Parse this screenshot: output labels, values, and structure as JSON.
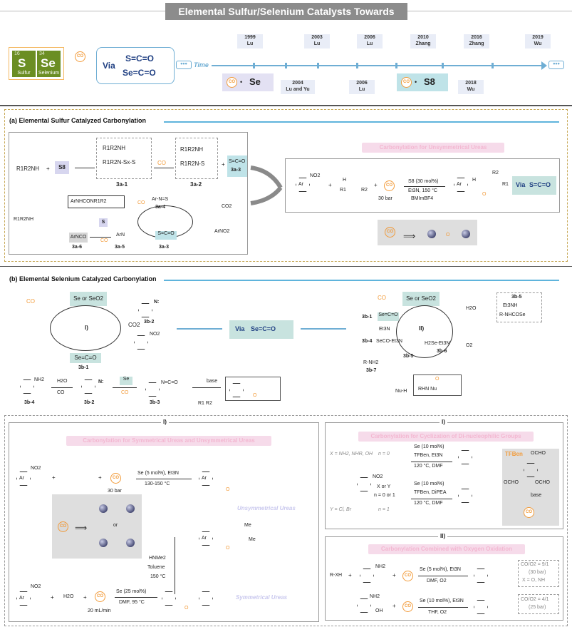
{
  "title": "Elemental Sulfur/Selenium Catalysts Towards Carbonylation",
  "timeline": {
    "elements": [
      {
        "symbol": "S",
        "name": "Sulfur",
        "number": "16"
      },
      {
        "symbol": "Se",
        "name": "Selenium",
        "number": "34"
      }
    ],
    "via": "Via",
    "species": [
      "S=C=O",
      "Se=C=O"
    ],
    "axis_label": "Time",
    "co": "CO",
    "se_label": "Se",
    "s8_label": "S8",
    "events_top": [
      {
        "year": "1999",
        "author": "Lu"
      },
      {
        "year": "2003",
        "author": "Lu"
      },
      {
        "year": "2006",
        "author": "Lu"
      },
      {
        "year": "2010",
        "author": "Zhang"
      },
      {
        "year": "2016",
        "author": "Zhang"
      },
      {
        "year": "2019",
        "author": "Wu"
      }
    ],
    "events_bottom": [
      {
        "year": "2004",
        "author": "Lu and Yu"
      },
      {
        "year": "2006",
        "author": "Lu"
      },
      {
        "year": "2018",
        "author": "Wu"
      }
    ]
  },
  "section_a": {
    "title": "(a) Elemental Sulfur Catalyzed Carbonylation",
    "amine": "R1R2NH",
    "s8": "S8",
    "co": "CO",
    "int1_lines": [
      "R1R2NH",
      "R1R2N-Sx-S"
    ],
    "int1_label": "3a-1",
    "int2_lines": [
      "R1R2NH",
      "R1R2N-S"
    ],
    "int2_label": "3a-2",
    "cos": "S=C=O",
    "cos_label": "3a-3",
    "urea": "ArNHCONR1R2",
    "amine2": "R1R2NH",
    "arnco": "ArNCO",
    "arnco_label": "3a-6",
    "s_small": "S",
    "arn": "ArN",
    "arn_label": "3a-5",
    "arns": "Ar-N=S",
    "arns_label": "3a-4",
    "co2": "CO2",
    "arno2": "ArNO2",
    "cos2": "S=C=O",
    "cos2_label": "3a-3",
    "right_pill": "Carbonylation for Unsymmetrical Ureas",
    "conditions": [
      "S8 (30 mol%)",
      "Et3N, 150 °C",
      "BMImBF4"
    ],
    "pressure": "30 bar",
    "via": "Via",
    "via_species": "S=C=O",
    "no2": "NO2",
    "ar": "Ar",
    "amine_r": "R1",
    "amine_r2": "R2",
    "amine_h": "H"
  },
  "section_b": {
    "title": "(b) Elemental Selenium Catalyzed Carbonylation",
    "se_or_seo2": "Se or SeO2",
    "co": "CO",
    "co2": "CO2",
    "cycle_I": "I)",
    "cycle_II": "II)",
    "sece": "Se=C=O",
    "label_3b1": "3b-1",
    "label_3b2": "3b-2",
    "label_3b3": "3b-3",
    "label_3b4": "3b-4",
    "label_3b5": "3b-5",
    "label_3b6": "3b-6",
    "label_3b7": "3b-7",
    "via": "Via",
    "via_species": "Se=C=O",
    "et3n": "Et3N",
    "seco": "SeCO-Et3N",
    "h2o": "H2O",
    "o2": "O2",
    "h2se": "H2Se-Et3N",
    "rnh2": "R-NH2",
    "nuh": "Nu-H",
    "rhn_nu": "RHN    Nu",
    "box_lines": [
      "Et3NH",
      "R-NHCOSe"
    ],
    "nh2": "NH2",
    "no2": "NO2",
    "base": "base",
    "se": "Se",
    "h2o_co": [
      "H2O",
      "CO"
    ],
    "amine": "R1   R2"
  },
  "section_c": {
    "I_label": "I)",
    "pill_sym": "Carbonylation for Symmetrical Ureas and Unsymmetrical Ureas",
    "cond1": "Se (5 mol%), Et3N",
    "temp1": "130-150 °C",
    "pressure1": "30 bar",
    "unsym_label": "Unsymmetrical Ureas",
    "sym_label": "Symmetrical Ureas",
    "hnme2": [
      "HNMe2",
      "Toluene",
      "150 °C"
    ],
    "cond2": "Se (25 mol%)",
    "temp2": "DMF, 95 °C",
    "flow": "20 mL/min",
    "h2o": "H2O",
    "or": "or",
    "me": "Me",
    "ar": "Ar",
    "no2": "NO2",
    "co": "CO"
  },
  "section_d": {
    "I_label": "I)",
    "pill": "Carbonylation for Cyclization of Di-nucleophilic Groups",
    "x_def": "X = NH2, NHR, OH",
    "n0": "n = 0",
    "n1": "n = 1",
    "cond1": [
      "Se (10 mol%)",
      "TFBen, Et3N",
      "120 °C, DMF"
    ],
    "cond2": [
      "Se (10 mol%)",
      "TFBen, DiPEA",
      "120 °C, DMF"
    ],
    "y_def": "Y = Cl, Br",
    "xy": "X or Y",
    "n01": "n = 0 or 1",
    "tfben": "TFBen",
    "ocho": "OCHO",
    "base": "base",
    "co": "CO",
    "no2": "NO2"
  },
  "section_e": {
    "II_label": "II)",
    "pill": "Carbonylation Combined with Oxygen Oxidation",
    "rxh": "R-XH",
    "cond1": [
      "Se (5 mol%), Et3N",
      "DMF, O2"
    ],
    "box1": [
      "CO/O2 = 9/1",
      "(30 bar)",
      "X = O, NH"
    ],
    "cond2": [
      "Se (10 mol%), Et3N",
      "THF, O2"
    ],
    "box2": [
      "CO/O2 = 4/1",
      "(25 bar)"
    ],
    "nh2": "NH2",
    "oh": "OH",
    "co": "CO"
  },
  "colors": {
    "accent_blue": "#5fb4dc",
    "co_orange": "#f29b3a",
    "element_green": "#6b8e23",
    "pink": "#f6dbea"
  }
}
